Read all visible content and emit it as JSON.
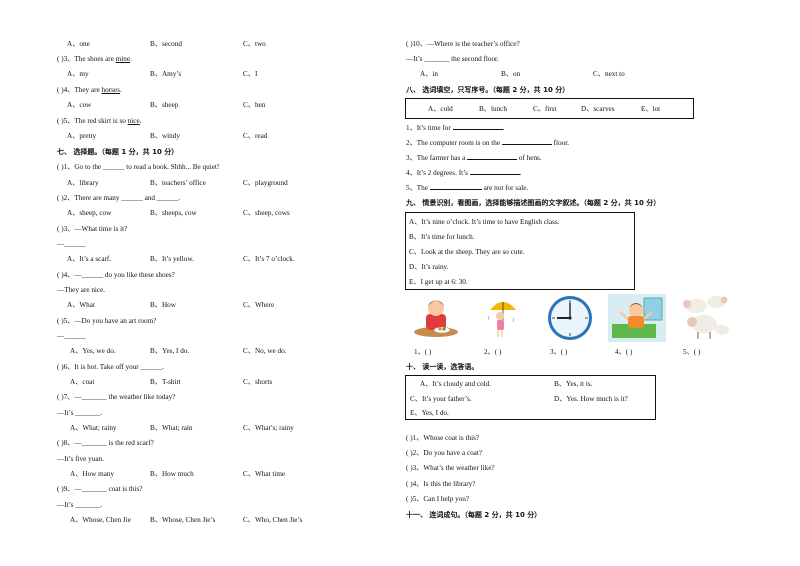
{
  "left": {
    "q2_opts": [
      "A、one",
      "B、second",
      "C、two"
    ],
    "q3": {
      "num": "(        )3、The shoes are ",
      "word": "mine",
      "end": "."
    },
    "q3_opts": [
      "A、my",
      "B、Amy’s",
      "C、I"
    ],
    "q4": {
      "num": "(        )4、They are ",
      "word": "horses",
      "end": "."
    },
    "q4_opts": [
      "A、cow",
      "B、sheep",
      "C、hen"
    ],
    "q5": {
      "num": "(        )5、The red skirt is so ",
      "word": "nice",
      "end": "."
    },
    "q5_opts": [
      "A、pretty",
      "B、windy",
      "C、read"
    ],
    "sec7": "七、 选择题。（每题 1 分，共 10 分）",
    "s7q1": "(        )1、Go to the ______ to read a book. Shhh... Be quiet!",
    "s7q1_opts": [
      "A、library",
      "B、teachers’ office",
      "C、playground"
    ],
    "s7q2": "(        )2、There are many ______ and ______.",
    "s7q2_opts": [
      "A、sheep, cow",
      "B、sheeps, cow",
      "C、sheep, cows"
    ],
    "s7q3": "(        )3、—What time is it?",
    "s7q3_ans": "—______",
    "s7q3_opts": [
      "A、It’s a scarf.",
      "B、It’s yellow.",
      "C、It’s 7 o’clock."
    ],
    "s7q4": "(        )4、—______ do you like these shoes?",
    "s7q4_ans": "—They are nice.",
    "s7q4_opts": [
      "A、What",
      "B、How",
      "C、Where"
    ],
    "s7q5": "(        )5、—Do you have an art room?",
    "s7q5_ans": "—______",
    "s7q5_opts": [
      "A、Yes, we do.",
      "B、Yes, I do.",
      "C、No, we do."
    ],
    "s7q6": "(        )6、It is hot. Take off your ______.",
    "s7q6_opts": [
      "A、coat",
      "B、T-shirt",
      "C、shorts"
    ],
    "s7q7": "(        )7、—_______ the weather like today?",
    "s7q7_ans": "—It’s _______.",
    "s7q7_opts": [
      "A、What; rainy",
      "B、What; rain",
      "C、What’s; rainy"
    ],
    "s7q8": "(        )8、—_______ is the red scarf?",
    "s7q8_ans": "—It’s five yuan.",
    "s7q8_opts": [
      "A、How many",
      "B、How much",
      "C、What time"
    ],
    "s7q9": "(        )9、—_______ coat is this?",
    "s7q9_ans": "—It’s _______.",
    "s7q9_opts": [
      "A、Whose, Chen Jie",
      "B、Whose, Chen Jie’s",
      "C、Who, Chen Jie’s"
    ]
  },
  "right": {
    "q10": "(        )10、—Where is the teacher’s office?",
    "q10_ans": "—It’s _______ the second floor.",
    "q10_opts": [
      "A、in",
      "B、on",
      "C、next to"
    ],
    "sec8": "八、 选词填空，只写序号。（每题 2 分，共 10 分）",
    "sec8_words": [
      "A、cold",
      "B、lunch",
      "C、first",
      "D、scarves",
      "E、lot"
    ],
    "s8": [
      {
        "pre": "1、It’s time for ",
        "post": "."
      },
      {
        "pre": "2、The computer room is on the ",
        "post": " floor."
      },
      {
        "pre": "3、The farmer has a ",
        "post": " of hens."
      },
      {
        "pre": "4、It’s 2 degrees. It’s ",
        "post": "."
      },
      {
        "pre": "5、The ",
        "post": " are not for sale."
      }
    ],
    "sec9": "九、 情景识别，看图画，选择能够描述图画的文字叙述。（每题 2 分，共 10 分）",
    "sec9_opts": [
      "A、It’s nine o’clock. It’s time to have English class.",
      "B、It’s time for lunch.",
      "C、Look at the sheep. They are so cute.",
      "D、It’s rainy.",
      "E、I get up at 6: 30."
    ],
    "sec9_blanks": [
      "1、(          )",
      "2、(          )",
      "3、(          )",
      "4、(          )",
      "5、(          )"
    ],
    "sec10": "十、 读一读，选答语。",
    "sec10_opts": [
      "A、It’s cloudy and cold.",
      "B、Yes, it is.",
      "C、It’s your father’s.",
      "D、Yes. How much is it?",
      "E、Yes, I do."
    ],
    "s10": [
      "(        )1、Whose coat is this?",
      "(        )2、Do you have a coat?",
      "(        )3、What’s the weather like?",
      "(        )4、Is this the library?",
      "(        )5、Can I help you?"
    ],
    "sec11": "十一、 连词成句。（每题 2 分，共 10 分）"
  }
}
